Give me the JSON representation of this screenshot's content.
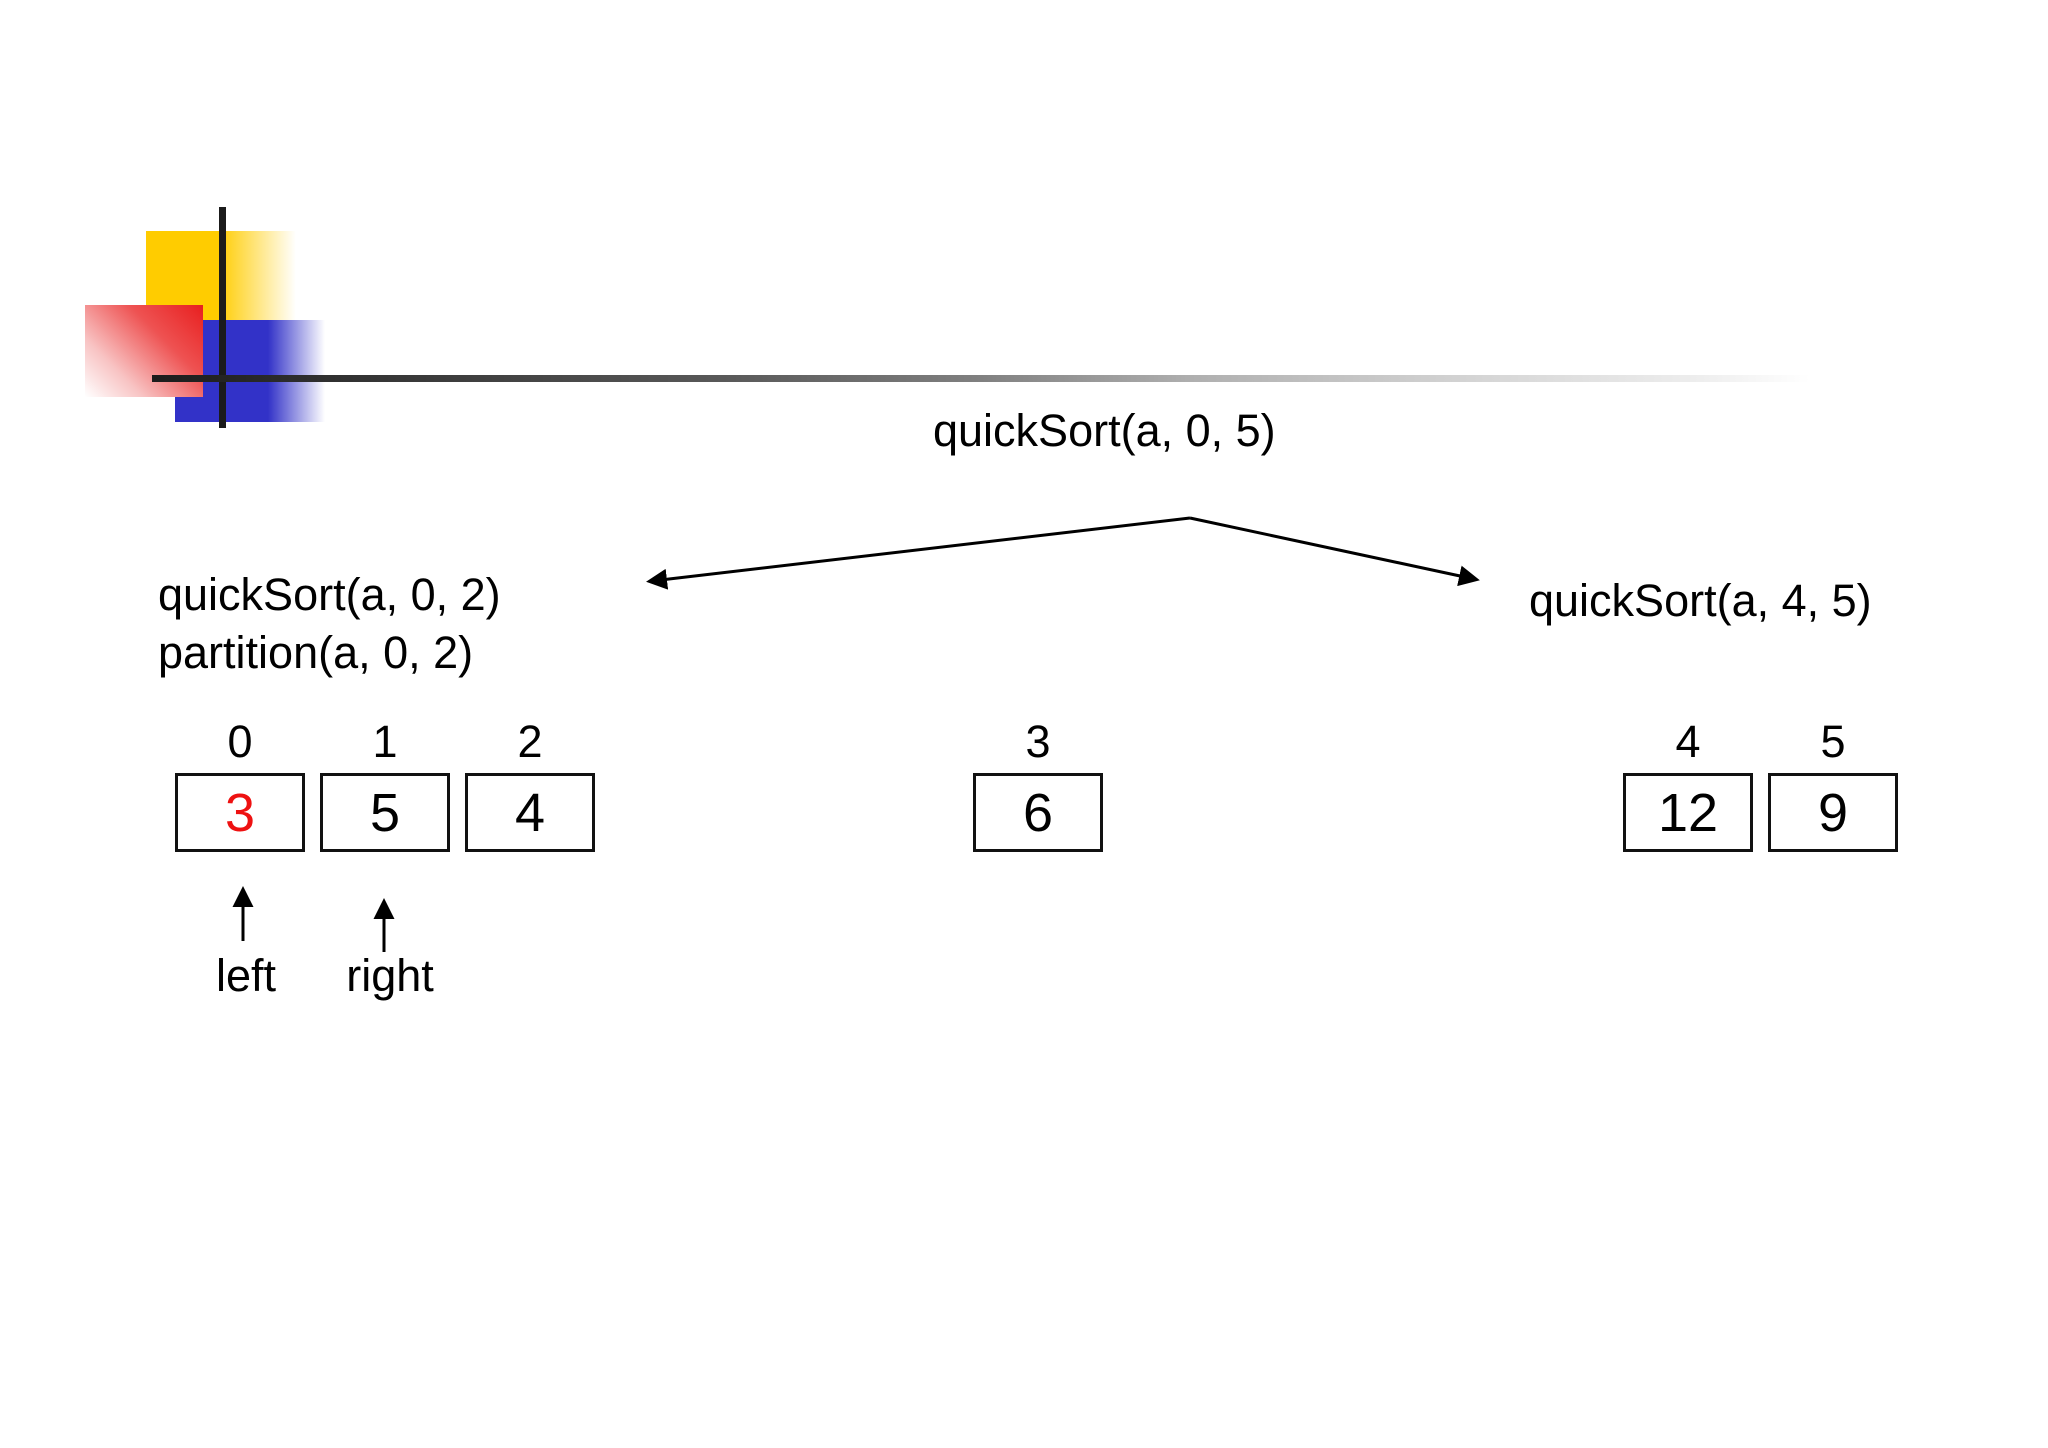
{
  "slide": {
    "title_call": "quickSort(a, 0, 5)",
    "left_branch": {
      "line1": "quickSort(a, 0, 2)",
      "line2": "partition(a, 0, 2)"
    },
    "right_branch": {
      "line1": "quickSort(a, 4, 5)"
    },
    "array_cells": [
      {
        "index": "0",
        "value": "3",
        "value_color": "#ee1111"
      },
      {
        "index": "1",
        "value": "5",
        "value_color": "#000000"
      },
      {
        "index": "2",
        "value": "4",
        "value_color": "#000000"
      },
      {
        "index": "3",
        "value": "6",
        "value_color": "#000000"
      },
      {
        "index": "4",
        "value": "12",
        "value_color": "#000000"
      },
      {
        "index": "5",
        "value": "9",
        "value_color": "#000000"
      }
    ],
    "pointers": {
      "left_label": "left",
      "right_label": "right"
    },
    "colors": {
      "highlight_red": "#ee1111",
      "logo_yellow": "#ffcc00",
      "logo_blue": "#3232c8",
      "logo_red": "#e81f1f",
      "line_black": "#1b1b1b"
    }
  }
}
